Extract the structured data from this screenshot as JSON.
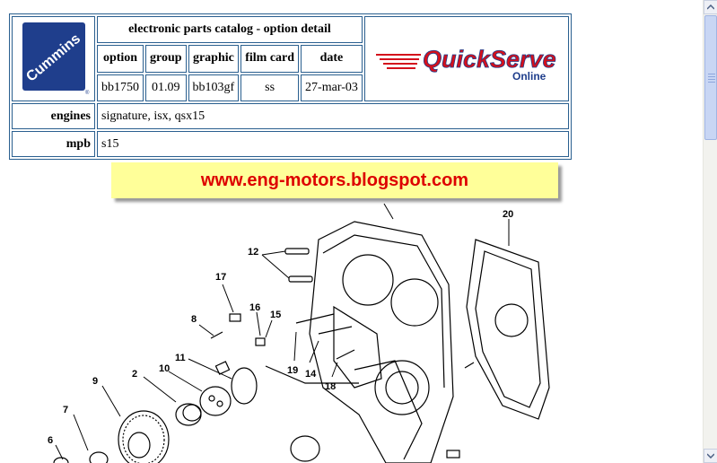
{
  "header": {
    "title": "electronic parts catalog - option detail",
    "columns": [
      "option",
      "group",
      "graphic",
      "film card",
      "date"
    ],
    "values": [
      "bb1750",
      "01.09",
      "bb103gf",
      "ss",
      "27-mar-03"
    ],
    "engines_label": "engines",
    "engines_value": "signature, isx, qsx15",
    "mpb_label": "mpb",
    "mpb_value": "s15"
  },
  "logos": {
    "cummins_text": "Cummins",
    "quickserve_text": "QuickServe",
    "quickserve_sub": "Online",
    "brand_red": "#d4101c",
    "brand_blue": "#1f3e8c"
  },
  "banner": {
    "text": "www.eng-motors.blogspot.com",
    "bg_color": "#ffff99",
    "text_color": "#dd0000"
  },
  "diagram": {
    "callouts": [
      "20",
      "12",
      "17",
      "16",
      "15",
      "8",
      "19",
      "14",
      "11",
      "10",
      "2",
      "18",
      "9",
      "7",
      "6"
    ]
  },
  "scrollbar": {
    "up_icon": "arrow-up-icon",
    "down_icon": "arrow-down-icon"
  }
}
